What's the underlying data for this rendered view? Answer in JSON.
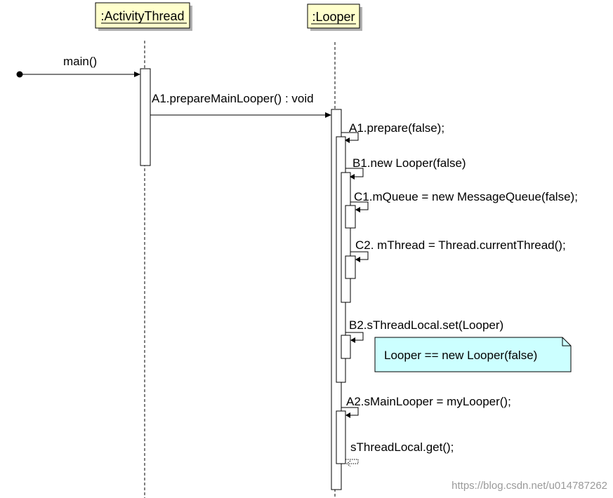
{
  "objects": {
    "activity_thread": ":ActivityThread",
    "looper": ":Looper"
  },
  "messages": {
    "main": "main()",
    "a1_prepare_main_looper": "A1.prepareMainLooper() : void",
    "a1_prepare": "A1.prepare(false);",
    "b1_new_looper": "B1.new Looper(false)",
    "c1_mqueue": "C1.mQueue = new MessageQueue(false);",
    "c2_mthread": "C2.  mThread = Thread.currentThread();",
    "b2_sthreadlocal_set": "B2.sThreadLocal.set(Looper)",
    "a2_smainlooper": "A2.sMainLooper = myLooper();",
    "sthreadlocal_get": "sThreadLocal.get();"
  },
  "note": {
    "text": "Looper == new Looper(false)"
  },
  "watermark": "https://blog.csdn.net/u014787262",
  "colors": {
    "object_fill": "#ffffcc",
    "object_shadow": "#b0b0b0",
    "note_fill": "#ccffff",
    "line": "#000000",
    "watermark": "#9a9a9a"
  }
}
